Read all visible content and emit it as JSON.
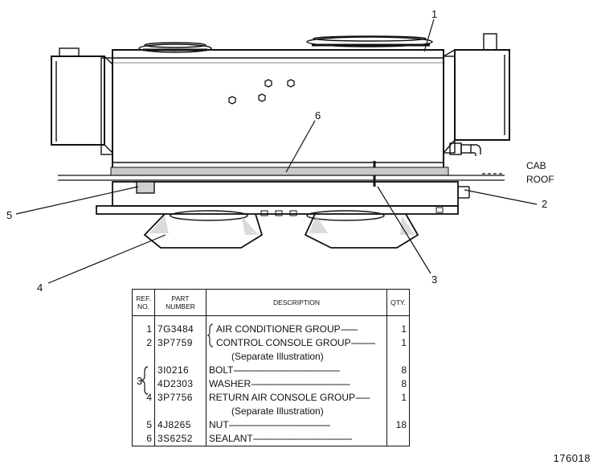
{
  "callouts": [
    "1",
    "2",
    "3",
    "4",
    "5",
    "6"
  ],
  "cab_roof_label": [
    "CAB",
    "ROOF"
  ],
  "figure_number": "176018",
  "table": {
    "headers": {
      "ref": [
        "REF.",
        "NO."
      ],
      "part": [
        "PART",
        "NUMBER"
      ],
      "description": "DESCRIPTION",
      "qty": "QTY."
    },
    "rows": [
      {
        "ref": "1",
        "part": "7G3484",
        "desc": "AIR CONDITIONER GROUP",
        "qty": "1"
      },
      {
        "ref": "2",
        "part": "3P7759",
        "desc": "CONTROL CONSOLE GROUP",
        "qty": "1",
        "note": "(Separate Illustration)"
      },
      {
        "ref": "",
        "part": "3I0216",
        "desc": "BOLT",
        "qty": "8"
      },
      {
        "ref": "",
        "part": "4D2303",
        "desc": "WASHER",
        "qty": "8"
      },
      {
        "ref": "4",
        "part": "3P7756",
        "desc": "RETURN AIR CONSOLE GROUP",
        "qty": "1",
        "note": "(Separate Illustration)"
      },
      {
        "ref": "5",
        "part": "4J8265",
        "desc": "NUT",
        "qty": "18"
      },
      {
        "ref": "6",
        "part": "3S6252",
        "desc": "SEALANT",
        "qty": ""
      }
    ],
    "bracket_ref": "3"
  }
}
